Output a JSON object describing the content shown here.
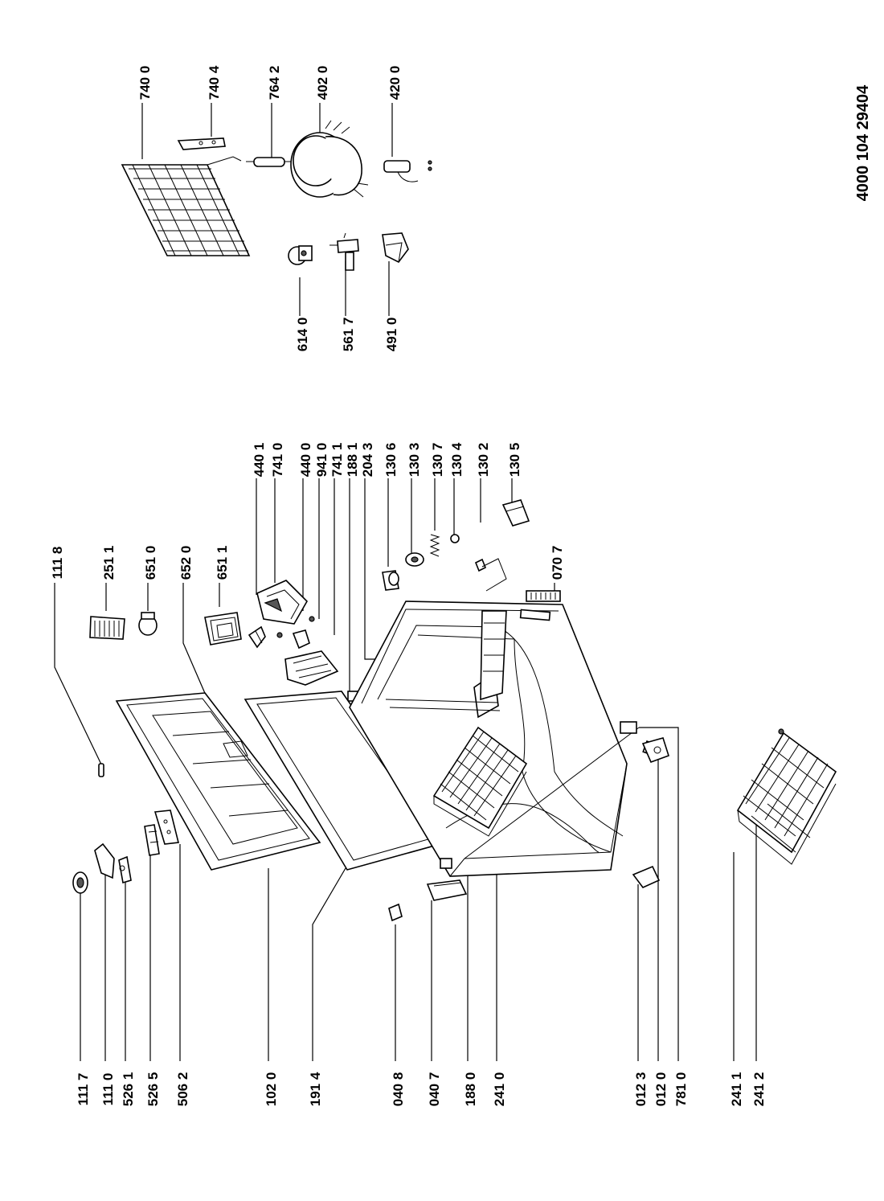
{
  "document_number": "4000 104 29404",
  "labels": {
    "l1117": "111 7",
    "l1110": "111 0",
    "l5261": "526 1",
    "l5265": "526 5",
    "l5062": "506 2",
    "l1020": "102 0",
    "l1914": "191 4",
    "l0408": "040 8",
    "l0407": "040 7",
    "l1880": "188 0",
    "l2410": "241 0",
    "l0123": "012 3",
    "l0120": "012 0",
    "l7810": "781 0",
    "l2411": "241 1",
    "l2412": "241 2",
    "l1118": "111 8",
    "l2511": "251 1",
    "l6510": "651 0",
    "l6520": "652 0",
    "l6511": "651 1",
    "l0707": "070 7",
    "l4401": "440 1",
    "l7410": "741 0",
    "l4400": "440 0",
    "l9410": "941 0",
    "l7411": "741 1",
    "l1881": "188 1",
    "l2043": "204 3",
    "l1306": "130 6",
    "l1303": "130 3",
    "l1307": "130 7",
    "l1304": "130 4",
    "l1302": "130 2",
    "l1305": "130 5",
    "l6140": "614 0",
    "l5617": "561 7",
    "l4910": "491 0",
    "l7400": "740 0",
    "l7404": "740 4",
    "l7642": "764 2",
    "l4020": "402 0",
    "l4200": "420 0"
  }
}
